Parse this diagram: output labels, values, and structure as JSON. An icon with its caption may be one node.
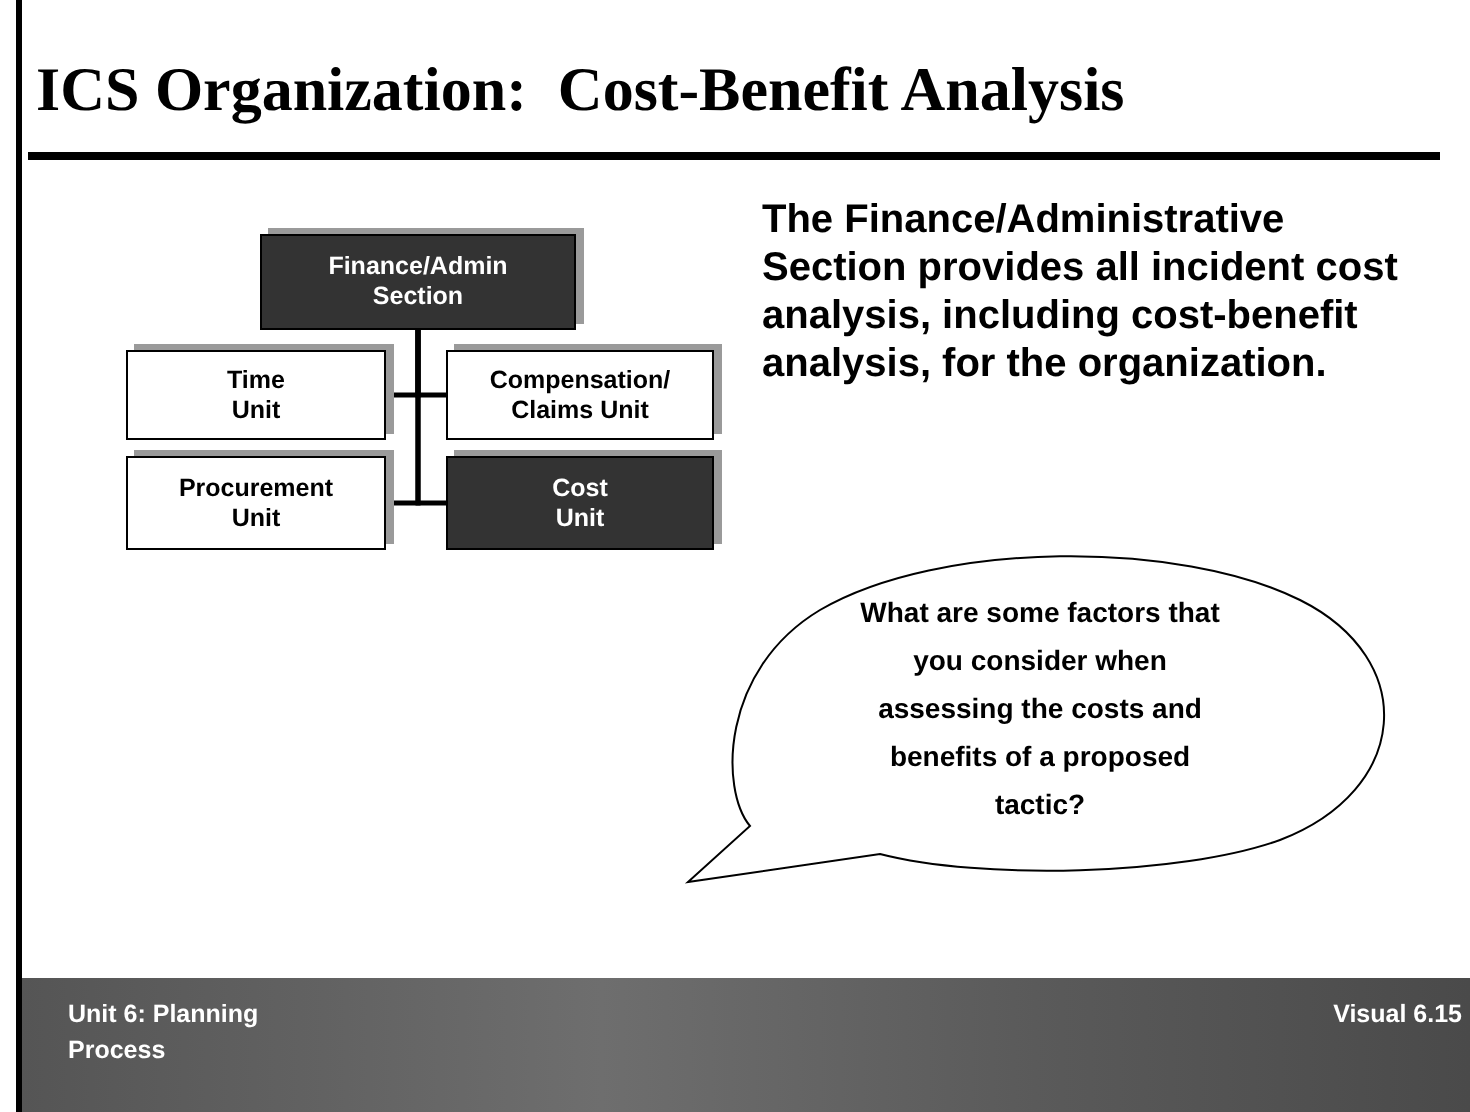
{
  "diagram": {
    "title": "ICS Organization:  Cost-Benefit Analysis",
    "nodes": [
      {
        "text": [
          "Finance/Admin Section"
        ]
      },
      {
        "text": [
          "Time Unit"
        ]
      },
      {
        "text": [
          "Compensation/ Claims Unit"
        ]
      },
      {
        "text": [
          "Procurement Unit"
        ]
      },
      {
        "text": [
          "Cost Unit"
        ]
      },
      {
        "text": [
          "What are some factors that you consider when assessing the costs and benefits of a proposed tactic?"
        ]
      }
    ],
    "edges": [
      {
        "from": 0,
        "to": 1,
        "arrow": "none"
      },
      {
        "from": 0,
        "to": 2,
        "arrow": "none"
      },
      {
        "from": 0,
        "to": 3,
        "arrow": "none"
      },
      {
        "from": 0,
        "to": 4,
        "arrow": "none"
      }
    ],
    "labels": [
      "The Finance/Administrative Section provides all incident cost analysis, including cost-benefit analysis, for the organization.",
      "Unit 6: Planning Process",
      "Visual 6.15"
    ]
  }
}
